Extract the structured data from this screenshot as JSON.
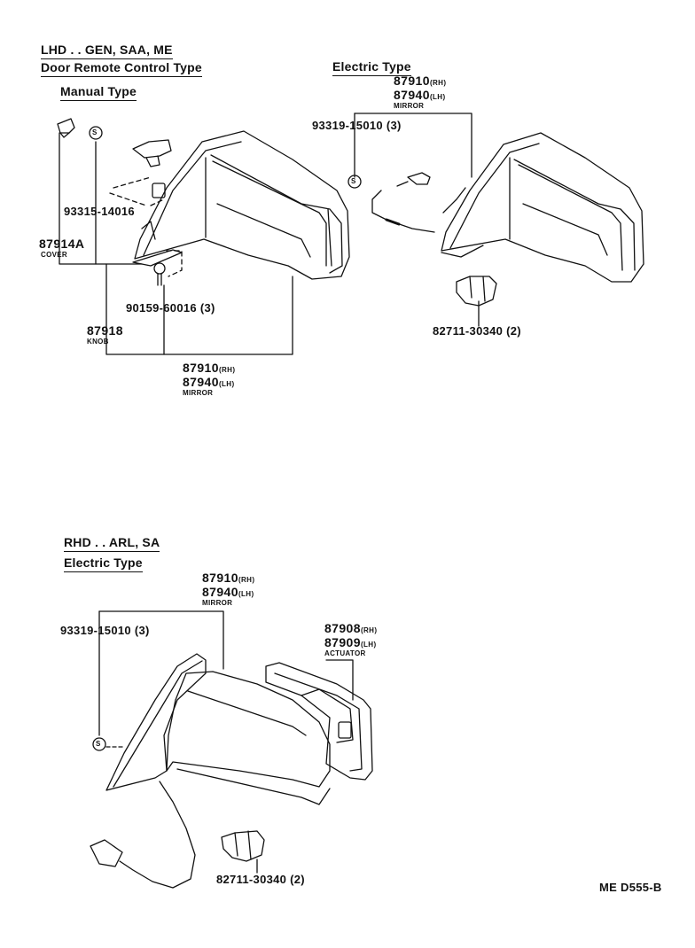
{
  "headers": {
    "lhd": "LHD . . GEN, SAA, ME",
    "door_remote": "Door Remote Control Type",
    "manual_type": "Manual Type",
    "electric_type_top": "Electric Type",
    "rhd": "RHD . . ARL, SA",
    "electric_type_bottom": "Electric Type"
  },
  "labels": {
    "p93315": "93315-14016",
    "p87914a": "87914A",
    "cover": "COVER",
    "p87918": "87918",
    "knob": "KNOB",
    "p90159": "90159-60016 (3)",
    "p87910_m": "87910",
    "p87940_m": "87940",
    "mirror_m": "MIRROR",
    "p87910_e": "87910",
    "p87940_e": "87940",
    "mirror_e": "MIRROR",
    "p93319_e": "93319-15010 (3)",
    "p82711_e": "82711-30340 (2)",
    "p87910_b": "87910",
    "p87940_b": "87940",
    "mirror_b": "MIRROR",
    "p93319_b": "93319-15010 (3)",
    "p87908": "87908",
    "p87909": "87909",
    "actuator": "ACTUATOR",
    "p82711_b": "82711-30340 (2)",
    "rh": "(RH)",
    "lh": "(LH)",
    "screw_mark": "S",
    "code": "ME D555-B"
  }
}
